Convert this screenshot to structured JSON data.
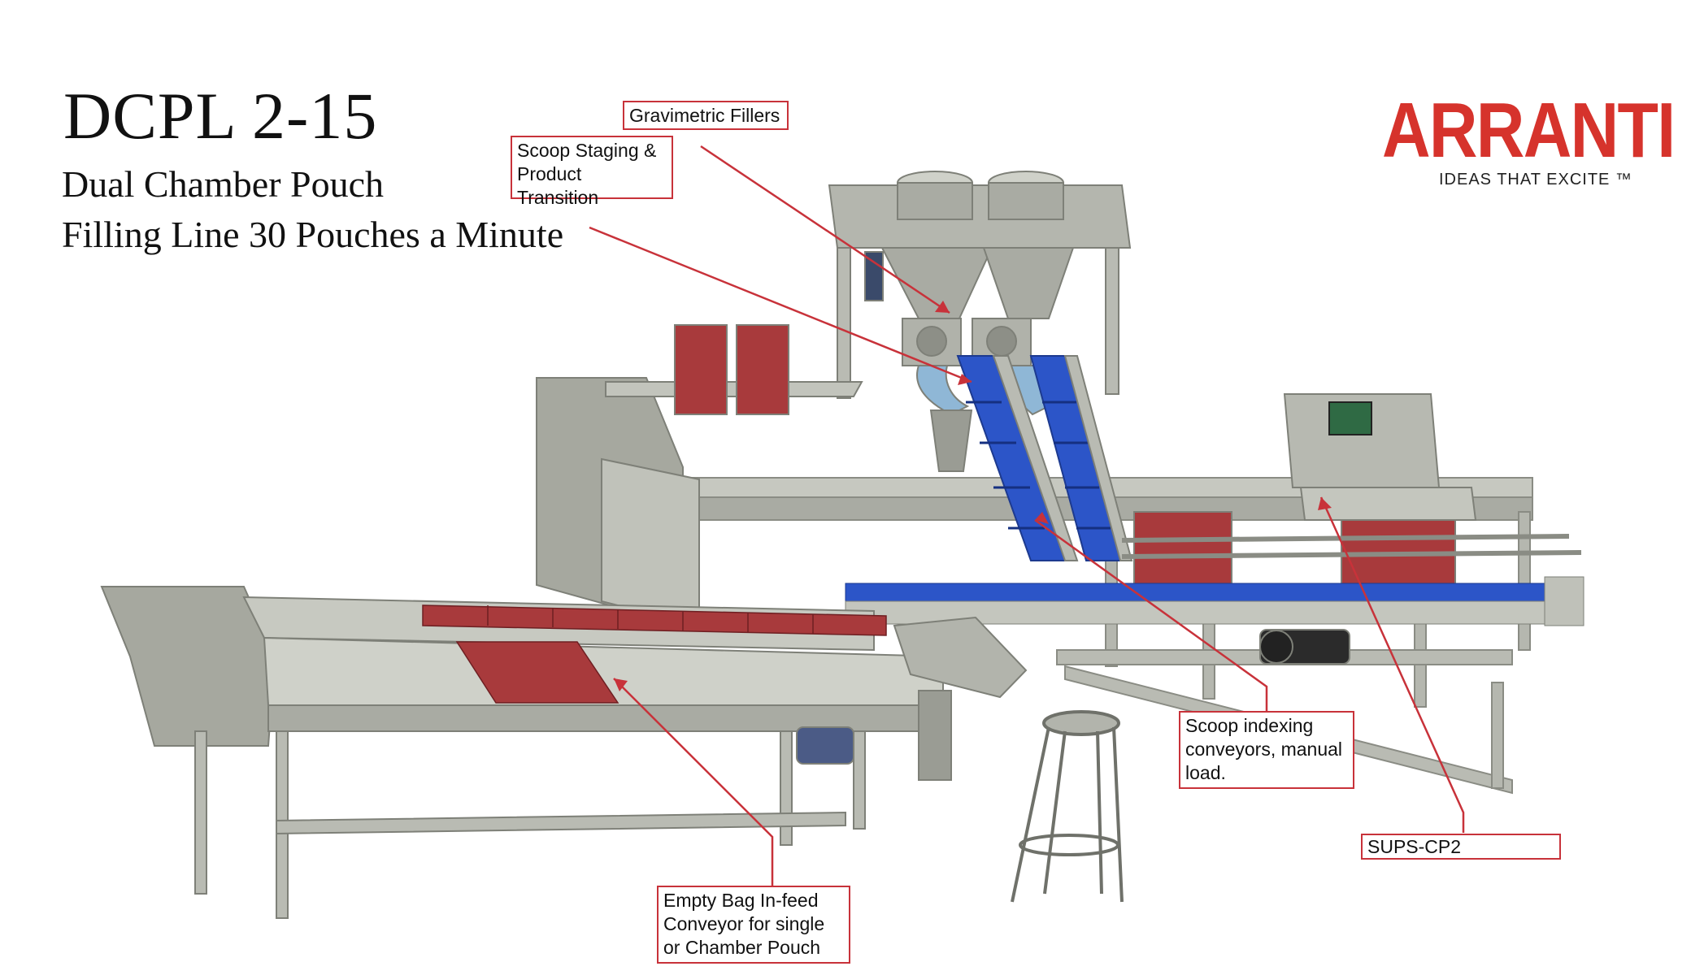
{
  "title": "DCPL 2-15",
  "subtitle_line1": "Dual Chamber Pouch",
  "subtitle_line2": "Filling Line 30 Pouches a Minute",
  "logo": {
    "word": "ARRANTI",
    "tagline": "IDEAS THAT EXCITE ™"
  },
  "callouts": {
    "gravimetric": "Gravimetric Fillers",
    "scoop_staging_1": "Scoop Staging &",
    "scoop_staging_2": "Product Transition",
    "scoop_indexing_1": "Scoop indexing",
    "scoop_indexing_2": "conveyors, manual",
    "scoop_indexing_3": "load.",
    "sups": "SUPS-CP2",
    "empty_bag_1": "Empty Bag In-feed",
    "empty_bag_2": "Conveyor for single",
    "empty_bag_3": "or Chamber Pouch"
  },
  "colors": {
    "accent_red": "#c8323a",
    "pouch_red": "#a83a3c",
    "conveyor_blue": "#2c55c8",
    "frame_grey": "#b9bbb3"
  }
}
